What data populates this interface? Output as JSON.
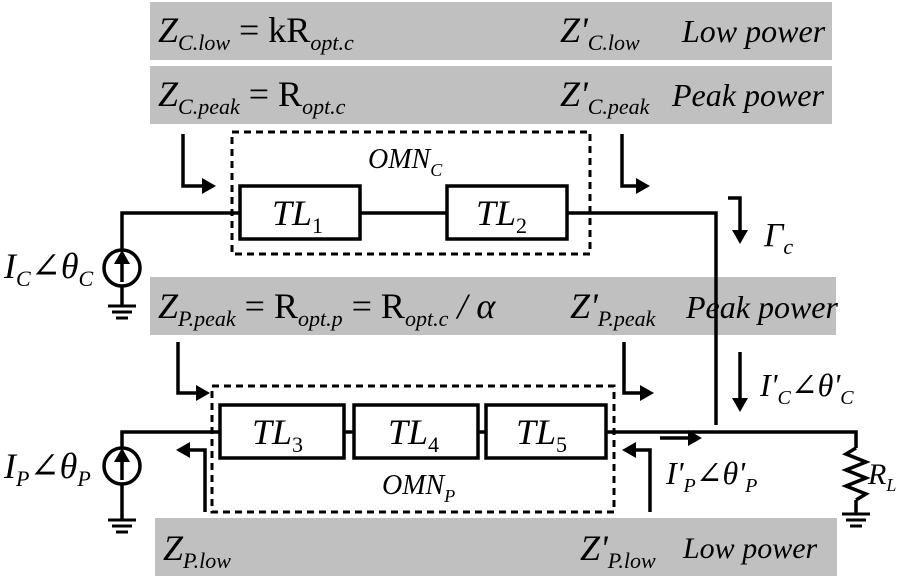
{
  "bands": {
    "c_low": {
      "left_main": "Z",
      "left_sub": "C.low",
      "eq": " = kR",
      "eq_sub": "opt.c",
      "right_main": "Z'",
      "right_sub": "C.low",
      "desc": "Low  power"
    },
    "c_peak": {
      "left_main": "Z",
      "left_sub": "C.peak",
      "eq": " = R",
      "eq_sub": "opt.c",
      "right_main": "Z'",
      "right_sub": "C.peak",
      "desc": "Peak  power"
    },
    "p_peak": {
      "left_main": "Z",
      "left_sub": "P.peak",
      "eq1": " = R",
      "eq1_sub": "opt.p",
      "eq2": " = R",
      "eq2_sub": "opt.c",
      "eq3": " / α",
      "right_main": "Z'",
      "right_sub": "P.peak",
      "desc": "Peak  power"
    },
    "p_low": {
      "left_main": "Z",
      "left_sub": "P.low",
      "right_main": "Z'",
      "right_sub": "P.low",
      "desc": "Low power"
    }
  },
  "networks": {
    "omn_c": {
      "main": "OMN",
      "sub": "C"
    },
    "omn_p": {
      "main": "OMN",
      "sub": "P"
    }
  },
  "lines": {
    "tl1": {
      "main": "TL",
      "sub": "1"
    },
    "tl2": {
      "main": "TL",
      "sub": "2"
    },
    "tl3": {
      "main": "TL",
      "sub": "3"
    },
    "tl4": {
      "main": "TL",
      "sub": "4"
    },
    "tl5": {
      "main": "TL",
      "sub": "5"
    }
  },
  "sources": {
    "carrier": {
      "i": "I",
      "i_sub": "C",
      "angle": "∠θ",
      "angle_sub": "C"
    },
    "peaking": {
      "i": "I",
      "i_sub": "P",
      "angle": "∠θ",
      "angle_sub": "P"
    }
  },
  "annotations": {
    "gamma": {
      "main": "Γ",
      "sub": "c"
    },
    "ic_out": {
      "i": "I'",
      "i_sub": "C",
      "angle": "∠θ'",
      "angle_sub": "C"
    },
    "ip_out": {
      "i": "I'",
      "i_sub": "P",
      "angle": "∠θ'",
      "angle_sub": "P"
    },
    "load": {
      "main": "R",
      "sub": "L"
    }
  }
}
